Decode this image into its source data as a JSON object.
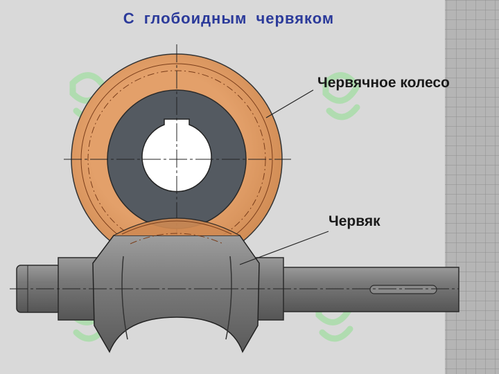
{
  "title": "С  глобоидным  червяком",
  "labels": {
    "wheel": "Червячное колесо",
    "worm": "Червяк"
  },
  "watermark": {
    "text": "SOFT",
    "color": "#8fe08f"
  },
  "colors": {
    "background": "#d9d9d9",
    "grid_panel": "#b3b3b3",
    "wheel_rim": "#d9955e",
    "wheel_hub": "#545a61",
    "shaft": "#6e6e6e",
    "title": "#2b3a9a"
  }
}
